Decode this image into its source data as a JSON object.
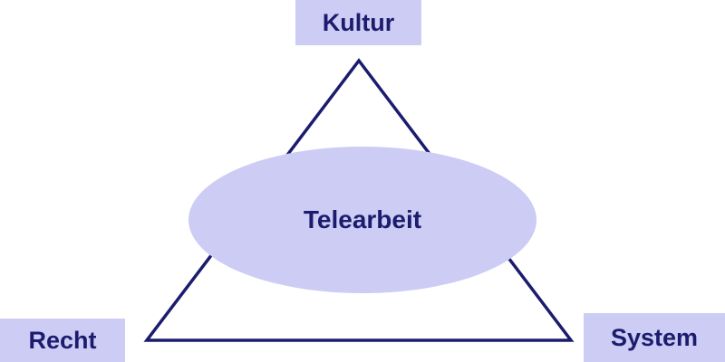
{
  "nodes": {
    "top": "Kultur",
    "left": "Recht",
    "right": "System",
    "center": "Telearbeit"
  },
  "colors": {
    "box_fill": "#ccccf5",
    "ellipse_fill": "#ccccf5",
    "line": "#1c1c6e",
    "text": "#1c1c6e",
    "background": "#ffffff"
  }
}
